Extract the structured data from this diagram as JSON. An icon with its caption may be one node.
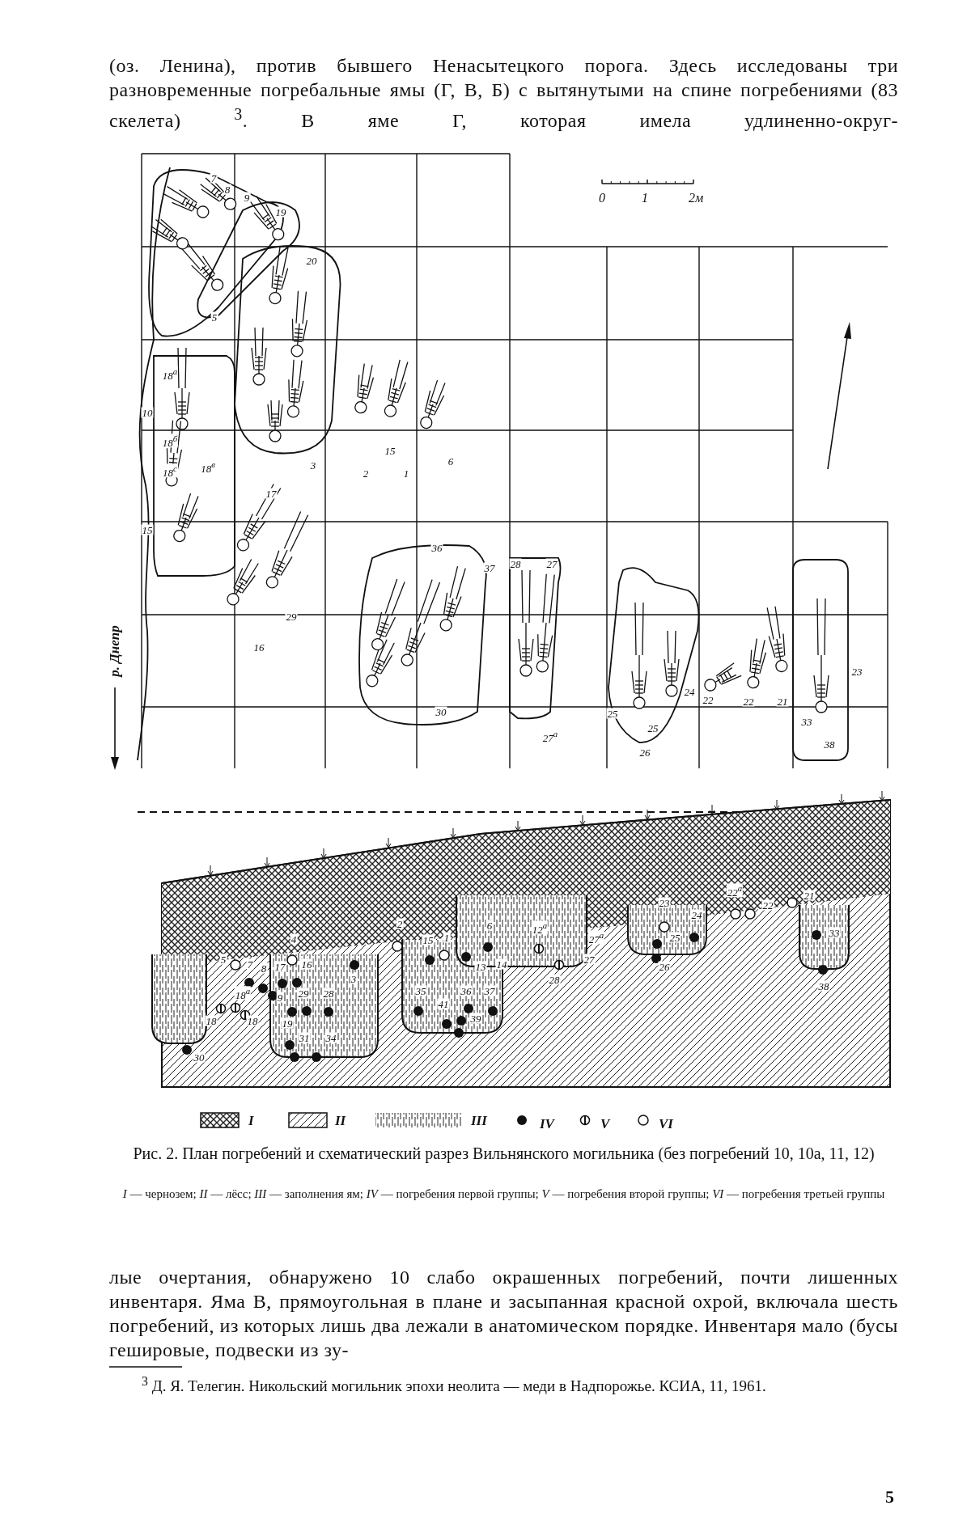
{
  "diagram": {
    "caption": "Рис. 2. План погребений и схематический разрез Вильнянского могильника (без погребений 10, 10а, 11, 12)",
    "labels": [
      "(оз. Ленина), против бывшего Ненасытецкого порога. Здесь исследованы три разновременные погребальные ямы (Г, В, Б) с вытянутыми на спине погребениями (83 скелета) $^{3}$. В яме Г, которая имела удлиненно-округ-",
      "0",
      "1",
      "2м",
      "р. Днепр",
      "7",
      "8",
      "9",
      "19",
      "20",
      "5",
      "18$^{а}$",
      "10",
      "18$^{б}$",
      "18$^{с}$",
      "18$^{в}$",
      "15",
      "17",
      "3",
      "29",
      "16",
      "2",
      "15",
      "1",
      "6",
      "36",
      "37",
      "28",
      "27",
      "30",
      "27$^{а}$",
      "24",
      "22",
      "22",
      "21",
      "23",
      "25",
      "25",
      "26",
      "33",
      "38",
      "5",
      "4",
      "7",
      "8",
      "17",
      "16",
      "3",
      "18$^{а}$",
      "9",
      "29",
      "28",
      "18",
      "18",
      "19",
      "31",
      "34",
      "30",
      "2",
      "15",
      "1",
      "6",
      "13",
      "14",
      "35",
      "41",
      "36",
      "37",
      "39",
      "12$^{а}$",
      "27$^{а}$",
      "27",
      "28",
      "23",
      "24",
      "25",
      "26",
      "22$^{а}$",
      "22",
      "21",
      "33",
      "38",
      "*I* — чернозем; *II* — лёсс; *III* — заполнения ям; *IV* — погребения первой группы; *V* — погребения второй группы; *VI* — погребения третьей группы",
      "лые очертания, обнаружено 10 слабо окрашенных погребений, почти лишенных инвентаря. Яма В, прямоугольная в плане и засыпанная красной охрой, включала шесть погребений, из которых лишь два лежали в анатомическом порядке. Инвентаря мало (бусы гешировые, подвески из зу-",
      "$^{3}$ Д. Я. Телегин. Никольский могильник эпохи неолита — меди в Надпорожье. КСИА, 11, 1961.",
      "5"
    ],
    "legend": [
      {
        "text": "I"
      },
      {
        "text": "II"
      },
      {
        "text": "III"
      },
      {
        "text": "IV"
      },
      {
        "text": "V"
      },
      {
        "text": "VI"
      }
    ]
  }
}
